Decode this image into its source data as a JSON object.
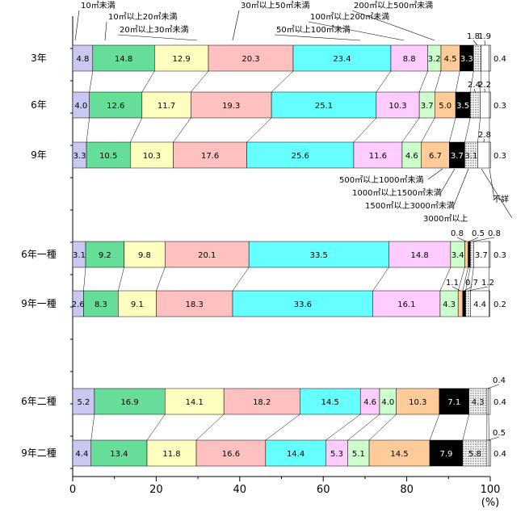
{
  "chart_data": {
    "type": "bar",
    "orientation": "horizontal",
    "stacked": true,
    "title": "",
    "xlabel": "(%)",
    "ylabel": "",
    "xlim": [
      0,
      100
    ],
    "x_ticks": [
      "0",
      "20",
      "40",
      "60",
      "80",
      "100"
    ],
    "grid": false,
    "categories": [
      "3年",
      "6年",
      "9年",
      "6年一種",
      "9年一種",
      "6年二種",
      "9年二種"
    ],
    "series": [
      {
        "name": "10㎡未満",
        "color": "#c8c8f0",
        "values": [
          4.8,
          4.0,
          3.3,
          3.1,
          2.6,
          5.2,
          4.4
        ]
      },
      {
        "name": "10㎡以上20㎡未満",
        "color": "#66dd99",
        "values": [
          14.8,
          12.6,
          10.5,
          9.2,
          8.3,
          16.9,
          13.4
        ]
      },
      {
        "name": "20㎡以上30㎡未満",
        "color": "#ffffc0",
        "values": [
          12.9,
          11.7,
          10.3,
          9.8,
          9.1,
          14.1,
          11.8
        ]
      },
      {
        "name": "30㎡以上50㎡未満",
        "color": "#ffc0c0",
        "values": [
          20.3,
          19.3,
          17.6,
          20.1,
          18.3,
          18.2,
          16.6
        ]
      },
      {
        "name": "50㎡以上100㎡未満",
        "color": "#66ffff",
        "values": [
          23.4,
          25.1,
          25.6,
          33.5,
          33.6,
          14.5,
          14.4
        ]
      },
      {
        "name": "100㎡以上200㎡未満",
        "color": "#ffccff",
        "values": [
          8.8,
          10.3,
          11.6,
          14.8,
          16.1,
          4.6,
          5.3
        ]
      },
      {
        "name": "200㎡以上500㎡未満",
        "color": "#ccffcc",
        "values": [
          3.2,
          3.7,
          4.6,
          3.4,
          4.3,
          4.0,
          5.1
        ]
      },
      {
        "name": "500㎡以上1000㎡未満",
        "color": "#ffcc99",
        "values": [
          4.5,
          5.0,
          6.7,
          0.8,
          1.1,
          10.3,
          14.5
        ]
      },
      {
        "name": "1000㎡以上1500㎡未満",
        "color": "#000000",
        "values": [
          3.3,
          3.5,
          3.7,
          0.5,
          0.7,
          7.1,
          7.9
        ]
      },
      {
        "name": "1500㎡以上3000㎡未満",
        "color": "#dddddd",
        "pattern": "dots",
        "values": [
          1.8,
          2.4,
          3.1,
          0.8,
          1.2,
          4.3,
          5.8
        ]
      },
      {
        "name": "3000㎡以上",
        "color": "#ffffff",
        "values": [
          1.9,
          2.2,
          2.8,
          3.7,
          4.4,
          0.4,
          0.5
        ]
      },
      {
        "name": "不詳",
        "color": "#ffffff",
        "values": [
          0.4,
          0.3,
          0.3,
          0.3,
          0.2,
          0.4,
          0.4
        ]
      }
    ]
  }
}
